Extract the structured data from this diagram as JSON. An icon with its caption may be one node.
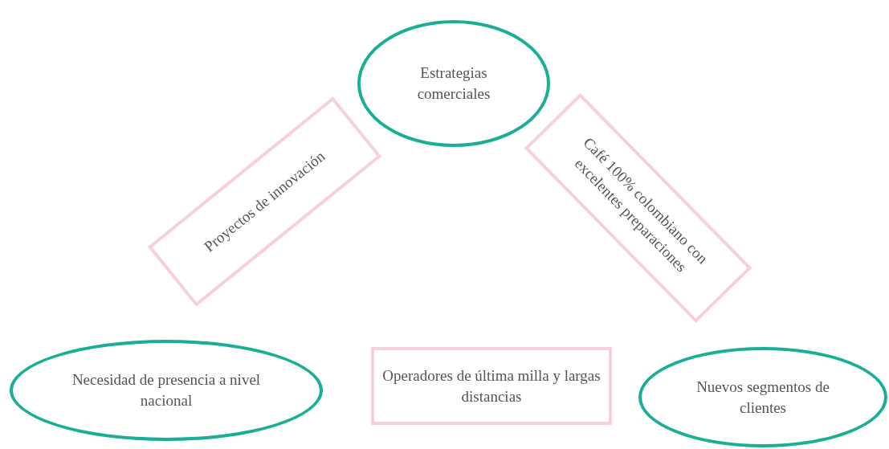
{
  "diagram": {
    "nodes": [
      {
        "text": [
          "Estrategias comerciales"
        ]
      },
      {
        "text": [
          "Proyectos de innovación"
        ]
      },
      {
        "text": [
          "Café 100% colombiano con excelentes preparaciones"
        ]
      },
      {
        "text": [
          "Necesidad de presencia a nivel nacional"
        ]
      },
      {
        "text": [
          "Operadores de última milla y largas distancias"
        ]
      },
      {
        "text": [
          "Nuevos segmentos de clientes"
        ]
      }
    ]
  }
}
